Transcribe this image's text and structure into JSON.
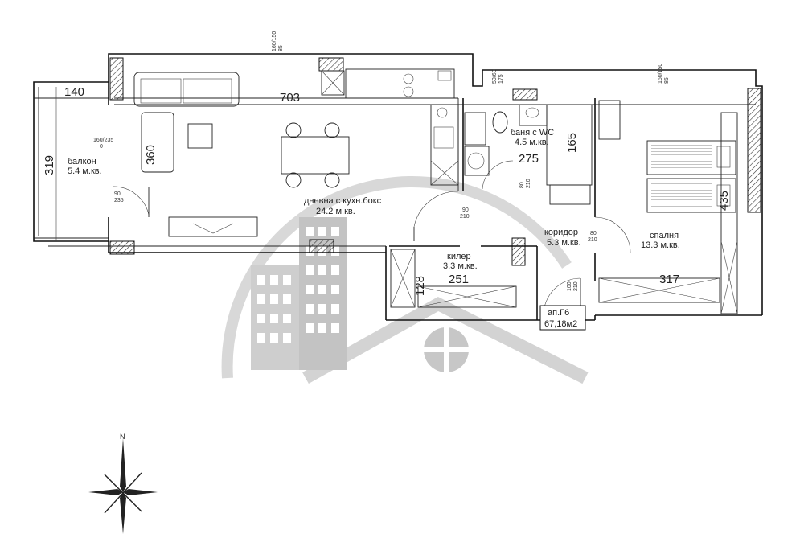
{
  "rooms": {
    "balcony": {
      "name": "балкон",
      "area": "5.4 м.кв."
    },
    "living": {
      "name": "дневна с кухн.бокс",
      "area": "24.2 м.кв."
    },
    "bathroom": {
      "name": "баня с WC",
      "area": "4.5 м.кв."
    },
    "corridor": {
      "name": "коридор",
      "area": "5.3 м.кв."
    },
    "bedroom": {
      "name": "спалня",
      "area": "13.3 м.кв."
    },
    "storage": {
      "name": "килер",
      "area": "3.3 м.кв."
    }
  },
  "apartment": {
    "name": "ап.Г6",
    "area": "67,18м2"
  },
  "dimensions": {
    "balcony_width": "140",
    "balcony_length": "319",
    "living_length": "703",
    "living_depth": "360",
    "bath_width": "275",
    "bath_depth": "165",
    "bedroom_width": "317",
    "bedroom_depth": "435",
    "storage_width": "251",
    "storage_depth": "128"
  },
  "openings": {
    "window_top_living": [
      "160/150",
      "85"
    ],
    "window_bath": [
      "50/60",
      "175"
    ],
    "window_bedroom": [
      "160/150",
      "85"
    ],
    "balcony_door": [
      "160/235",
      "0"
    ],
    "door_balcony_small": [
      "90",
      "235"
    ],
    "door_living": [
      "90",
      "210"
    ],
    "door_bath": [
      "80",
      "210"
    ],
    "door_bedroom": [
      "80",
      "210"
    ],
    "door_entry": [
      "100",
      "210"
    ]
  },
  "compass": {
    "north": "N"
  },
  "colors": {
    "lines": "#111111",
    "watermark": "#d0d0d0",
    "hatch": "#444444"
  }
}
